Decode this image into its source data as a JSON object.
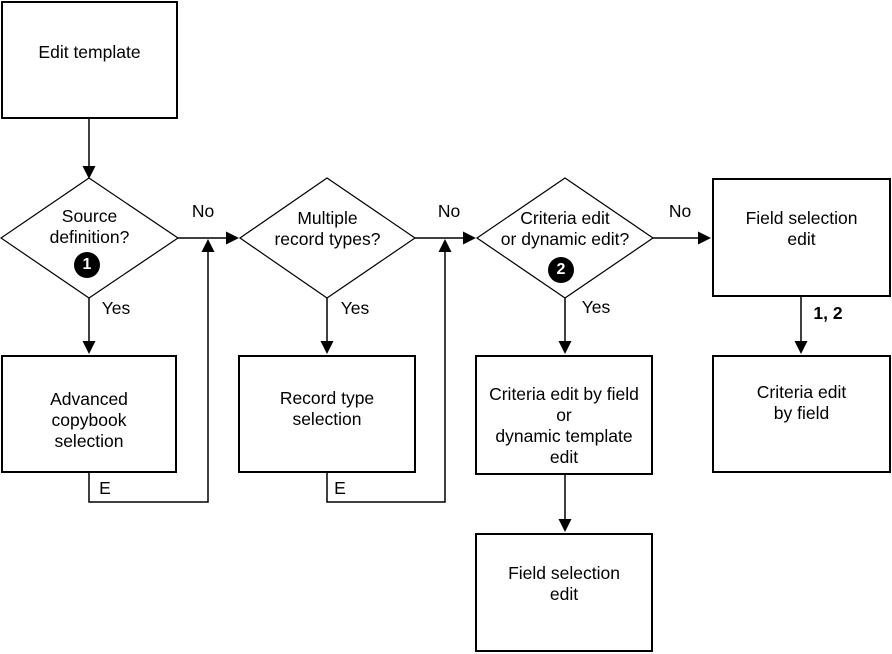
{
  "nodes": {
    "edit_template": {
      "label": "Edit template"
    },
    "field_selection_top": {
      "label": "Field selection\nedit"
    },
    "advanced_copybook": {
      "label": "Advanced\ncopybook\nselection"
    },
    "record_type_selection": {
      "label": "Record type\nselection"
    },
    "criteria_or_dynamic_template": {
      "label": "Criteria edit by field\nor\ndynamic template\nedit"
    },
    "criteria_by_field": {
      "label": "Criteria edit\nby field"
    },
    "field_selection_bottom": {
      "label": "Field selection\nedit"
    }
  },
  "decisions": {
    "source_definition": {
      "label": "Source\ndefinition?",
      "badge": "1"
    },
    "multiple_record_types": {
      "label": "Multiple\nrecord types?"
    },
    "criteria_or_dynamic": {
      "label": "Criteria edit\nor dynamic edit?",
      "badge": "2"
    }
  },
  "edge_labels": {
    "no_1": "No",
    "no_2": "No",
    "no_3": "No",
    "yes_1": "Yes",
    "yes_2": "Yes",
    "yes_3": "Yes",
    "exit_1": "E",
    "exit_2": "E",
    "one_two": "1, 2"
  },
  "colors": {
    "line": "#000000",
    "background": "#ffffff",
    "badge_background": "#000000",
    "badge_text": "#ffffff"
  }
}
